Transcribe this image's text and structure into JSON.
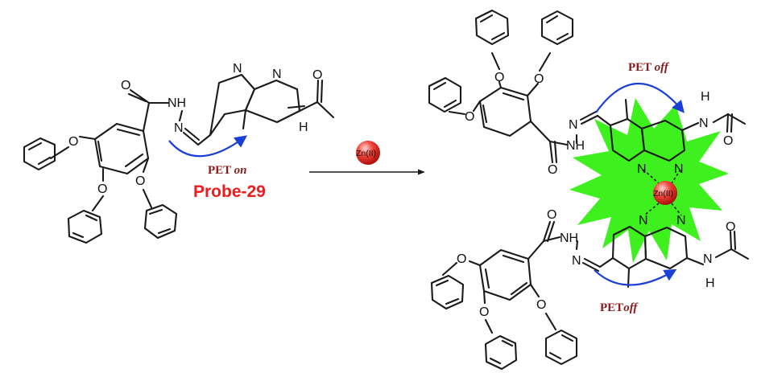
{
  "probe_label": "Probe-29",
  "pet_on": {
    "prefix": "PET ",
    "word": "on"
  },
  "pet_off_top": {
    "prefix": "PET ",
    "word": "off"
  },
  "pet_off_bottom": {
    "prefix": "PET",
    "word": "off"
  },
  "zn_arrow_label": "Zn(II)",
  "zn_center_label": "Zn(II)",
  "atoms": {
    "N": "N",
    "O": "O",
    "H": "H",
    "NH": "NH"
  },
  "colors": {
    "glow": "#3ef01e",
    "arrow": "#1a3fd6",
    "probe": "#ee1c1c",
    "pet": "#8b1a1a",
    "zn_ball": "#e2231a"
  }
}
